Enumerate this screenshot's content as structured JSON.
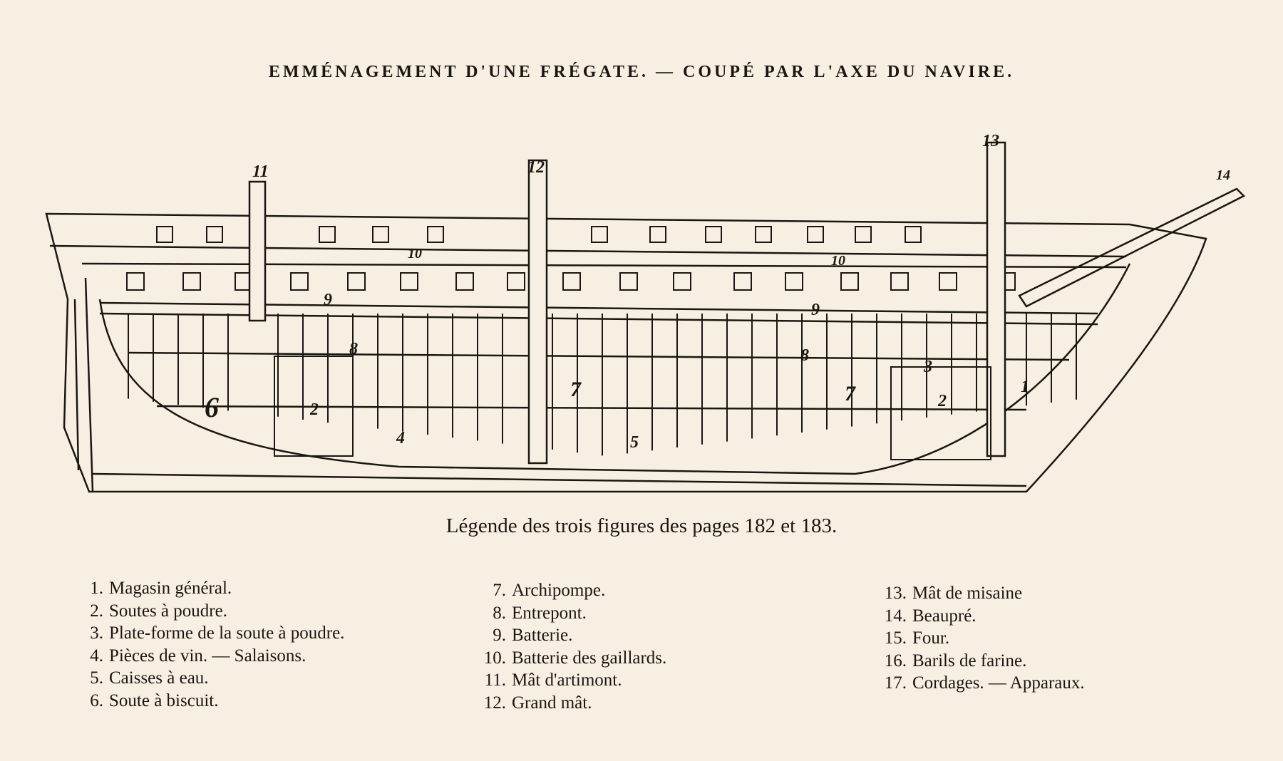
{
  "title": "EMMÉNAGEMENT D'UNE FRÉGATE. — COUPÉ PAR L'AXE DU NAVIRE.",
  "legend_title": "Légende des trois figures des pages 182 et 183.",
  "diagram_labels": {
    "l1": "1",
    "l2a": "2",
    "l2b": "2",
    "l3": "3",
    "l4": "4",
    "l5": "5",
    "l6": "6",
    "l7a": "7",
    "l7b": "7",
    "l8a": "8",
    "l8b": "8",
    "l9a": "9",
    "l9b": "9",
    "l10a": "10",
    "l10b": "10",
    "l11": "11",
    "l12": "12",
    "l13": "13",
    "l14": "14"
  },
  "legend": {
    "col1": [
      {
        "num": "1.",
        "text": "Magasin général."
      },
      {
        "num": "2.",
        "text": "Soutes à poudre."
      },
      {
        "num": "3.",
        "text": "Plate-forme de la soute à poudre."
      },
      {
        "num": "4.",
        "text": "Pièces de vin. — Salaisons."
      },
      {
        "num": "5.",
        "text": "Caisses à eau."
      },
      {
        "num": "6.",
        "text": "Soute à biscuit."
      }
    ],
    "col2": [
      {
        "num": "7.",
        "text": "Archipompe."
      },
      {
        "num": "8.",
        "text": "Entrepont."
      },
      {
        "num": "9.",
        "text": "Batterie."
      },
      {
        "num": "10.",
        "text": "Batterie des gaillards."
      },
      {
        "num": "11.",
        "text": "Mât d'artimont."
      },
      {
        "num": "12.",
        "text": "Grand mât."
      }
    ],
    "col3": [
      {
        "num": "13.",
        "text": "Mât de misaine"
      },
      {
        "num": "14.",
        "text": "Beaupré."
      },
      {
        "num": "15.",
        "text": "Four."
      },
      {
        "num": "16.",
        "text": "Barils de farine."
      },
      {
        "num": "17.",
        "text": "Cordages. — Apparaux."
      }
    ]
  }
}
